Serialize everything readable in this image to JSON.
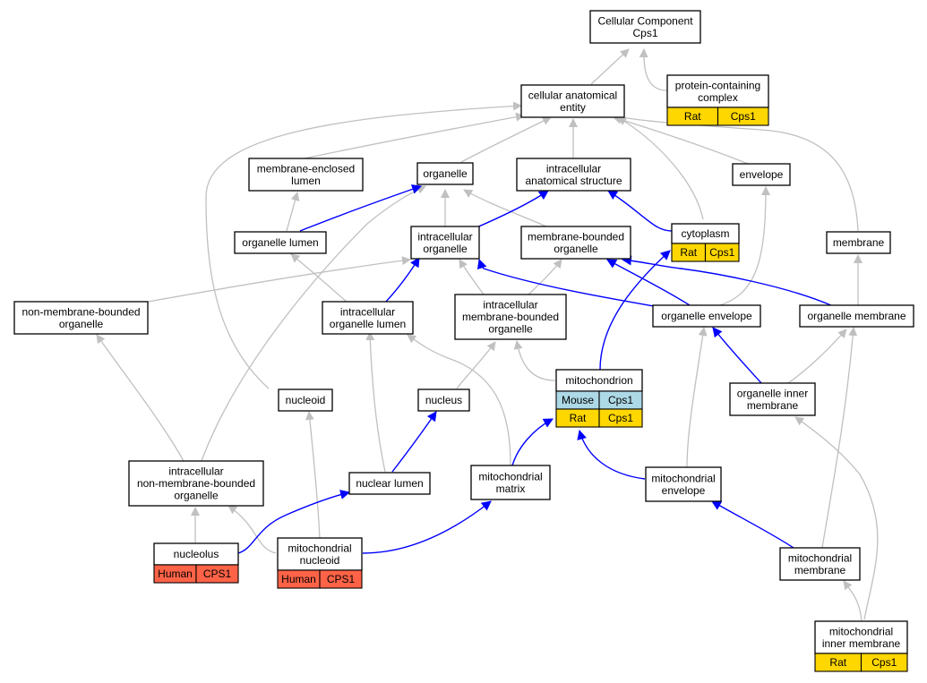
{
  "colors": {
    "rat": "#ffd700",
    "mouse": "#add8e6",
    "human": "#ff6347",
    "gray_edge": "#c0c0c0",
    "blue_edge": "#0000ff"
  },
  "nodes": {
    "root": [
      "Cellular Component",
      "Cps1"
    ],
    "protein_complex": [
      "protein-containing",
      "complex"
    ],
    "cellular_anatomical_entity": [
      "cellular anatomical",
      "entity"
    ],
    "membrane_enclosed_lumen": [
      "membrane-enclosed",
      "lumen"
    ],
    "organelle": [
      "organelle"
    ],
    "intracellular_anatomical_structure": [
      "intracellular",
      "anatomical structure"
    ],
    "envelope": [
      "envelope"
    ],
    "organelle_lumen": [
      "organelle lumen"
    ],
    "intracellular_organelle": [
      "intracellular",
      "organelle"
    ],
    "membrane_bounded_organelle": [
      "membrane-bounded",
      "organelle"
    ],
    "cytoplasm": [
      "cytoplasm"
    ],
    "membrane": [
      "membrane"
    ],
    "non_membrane_bounded_organelle": [
      "non-membrane-bounded",
      "organelle"
    ],
    "intracellular_organelle_lumen": [
      "intracellular",
      "organelle lumen"
    ],
    "intracellular_membrane_bounded_organelle": [
      "intracellular",
      "membrane-bounded",
      "organelle"
    ],
    "organelle_envelope": [
      "organelle envelope"
    ],
    "organelle_membrane": [
      "organelle membrane"
    ],
    "mitochondrion": [
      "mitochondrion"
    ],
    "nucleoid": [
      "nucleoid"
    ],
    "nucleus": [
      "nucleus"
    ],
    "organelle_inner_membrane": [
      "organelle inner",
      "membrane"
    ],
    "intracellular_non_membrane_bounded_organelle": [
      "intracellular",
      "non-membrane-bounded",
      "organelle"
    ],
    "nuclear_lumen": [
      "nuclear lumen"
    ],
    "mitochondrial_matrix": [
      "mitochondrial",
      "matrix"
    ],
    "mitochondrial_envelope": [
      "mitochondrial",
      "envelope"
    ],
    "nucleolus": [
      "nucleolus"
    ],
    "mitochondrial_nucleoid": [
      "mitochondrial",
      "nucleoid"
    ],
    "mitochondrial_membrane": [
      "mitochondrial",
      "membrane"
    ],
    "mitochondrial_inner_membrane": [
      "mitochondrial",
      "inner membrane"
    ]
  },
  "annotations": {
    "protein_complex": [
      [
        "Rat",
        "Cps1"
      ]
    ],
    "cytoplasm": [
      [
        "Rat",
        "Cps1"
      ]
    ],
    "mitochondrion": [
      [
        "Mouse",
        "Cps1"
      ],
      [
        "Rat",
        "Cps1"
      ]
    ],
    "nucleolus": [
      [
        "Human",
        "CPS1"
      ]
    ],
    "mitochondrial_nucleoid": [
      [
        "Human",
        "CPS1"
      ]
    ],
    "mitochondrial_inner_membrane": [
      [
        "Rat",
        "Cps1"
      ]
    ]
  }
}
